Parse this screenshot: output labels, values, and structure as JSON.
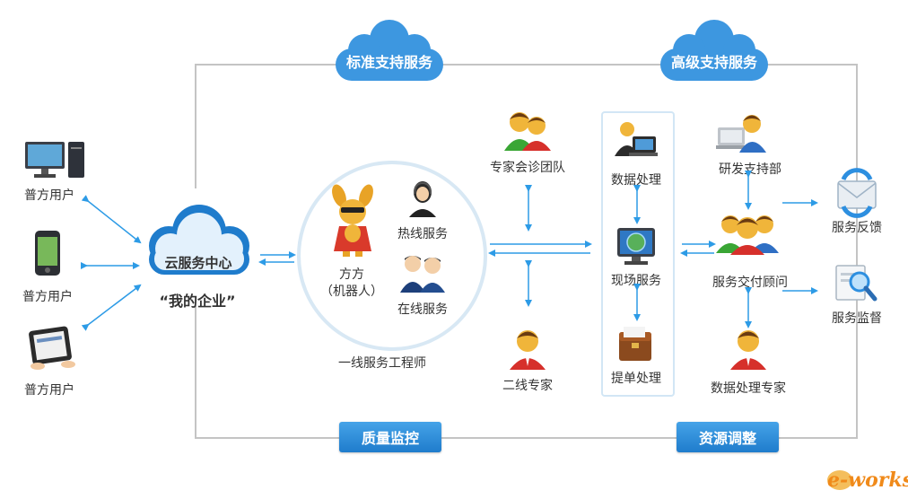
{
  "top_badges": {
    "standard": "标准支持服务",
    "advanced": "高级支持服务"
  },
  "bottom_buttons": {
    "quality": "质量监控",
    "resource": "资源调整"
  },
  "users": [
    "普方用户",
    "普方用户",
    "普方用户"
  ],
  "cloud_center": {
    "title": "云服务中心",
    "subtitle": "“我的企业”"
  },
  "frontline": {
    "robot_name": "方方",
    "robot_sub": "（机器人）",
    "hotline": "热线服务",
    "online": "在线服务",
    "caption": "一线服务工程师"
  },
  "experts": {
    "team": "专家会诊团队",
    "second_line": "二线专家"
  },
  "processing": {
    "data": "数据处理",
    "onsite": "现场服务",
    "ticket": "提单处理"
  },
  "advanced_side": {
    "rnd": "研发支持部",
    "consultant": "服务交付顾问",
    "data_expert": "数据处理专家",
    "feedback": "服务反馈",
    "monitor": "服务监督"
  },
  "watermark": "e-works",
  "colors": {
    "arrow": "#2d9be6",
    "frame": "#c4c4c4",
    "cloud_dark": "#1f7ccc",
    "cloud_light": "#e3f1fc"
  }
}
